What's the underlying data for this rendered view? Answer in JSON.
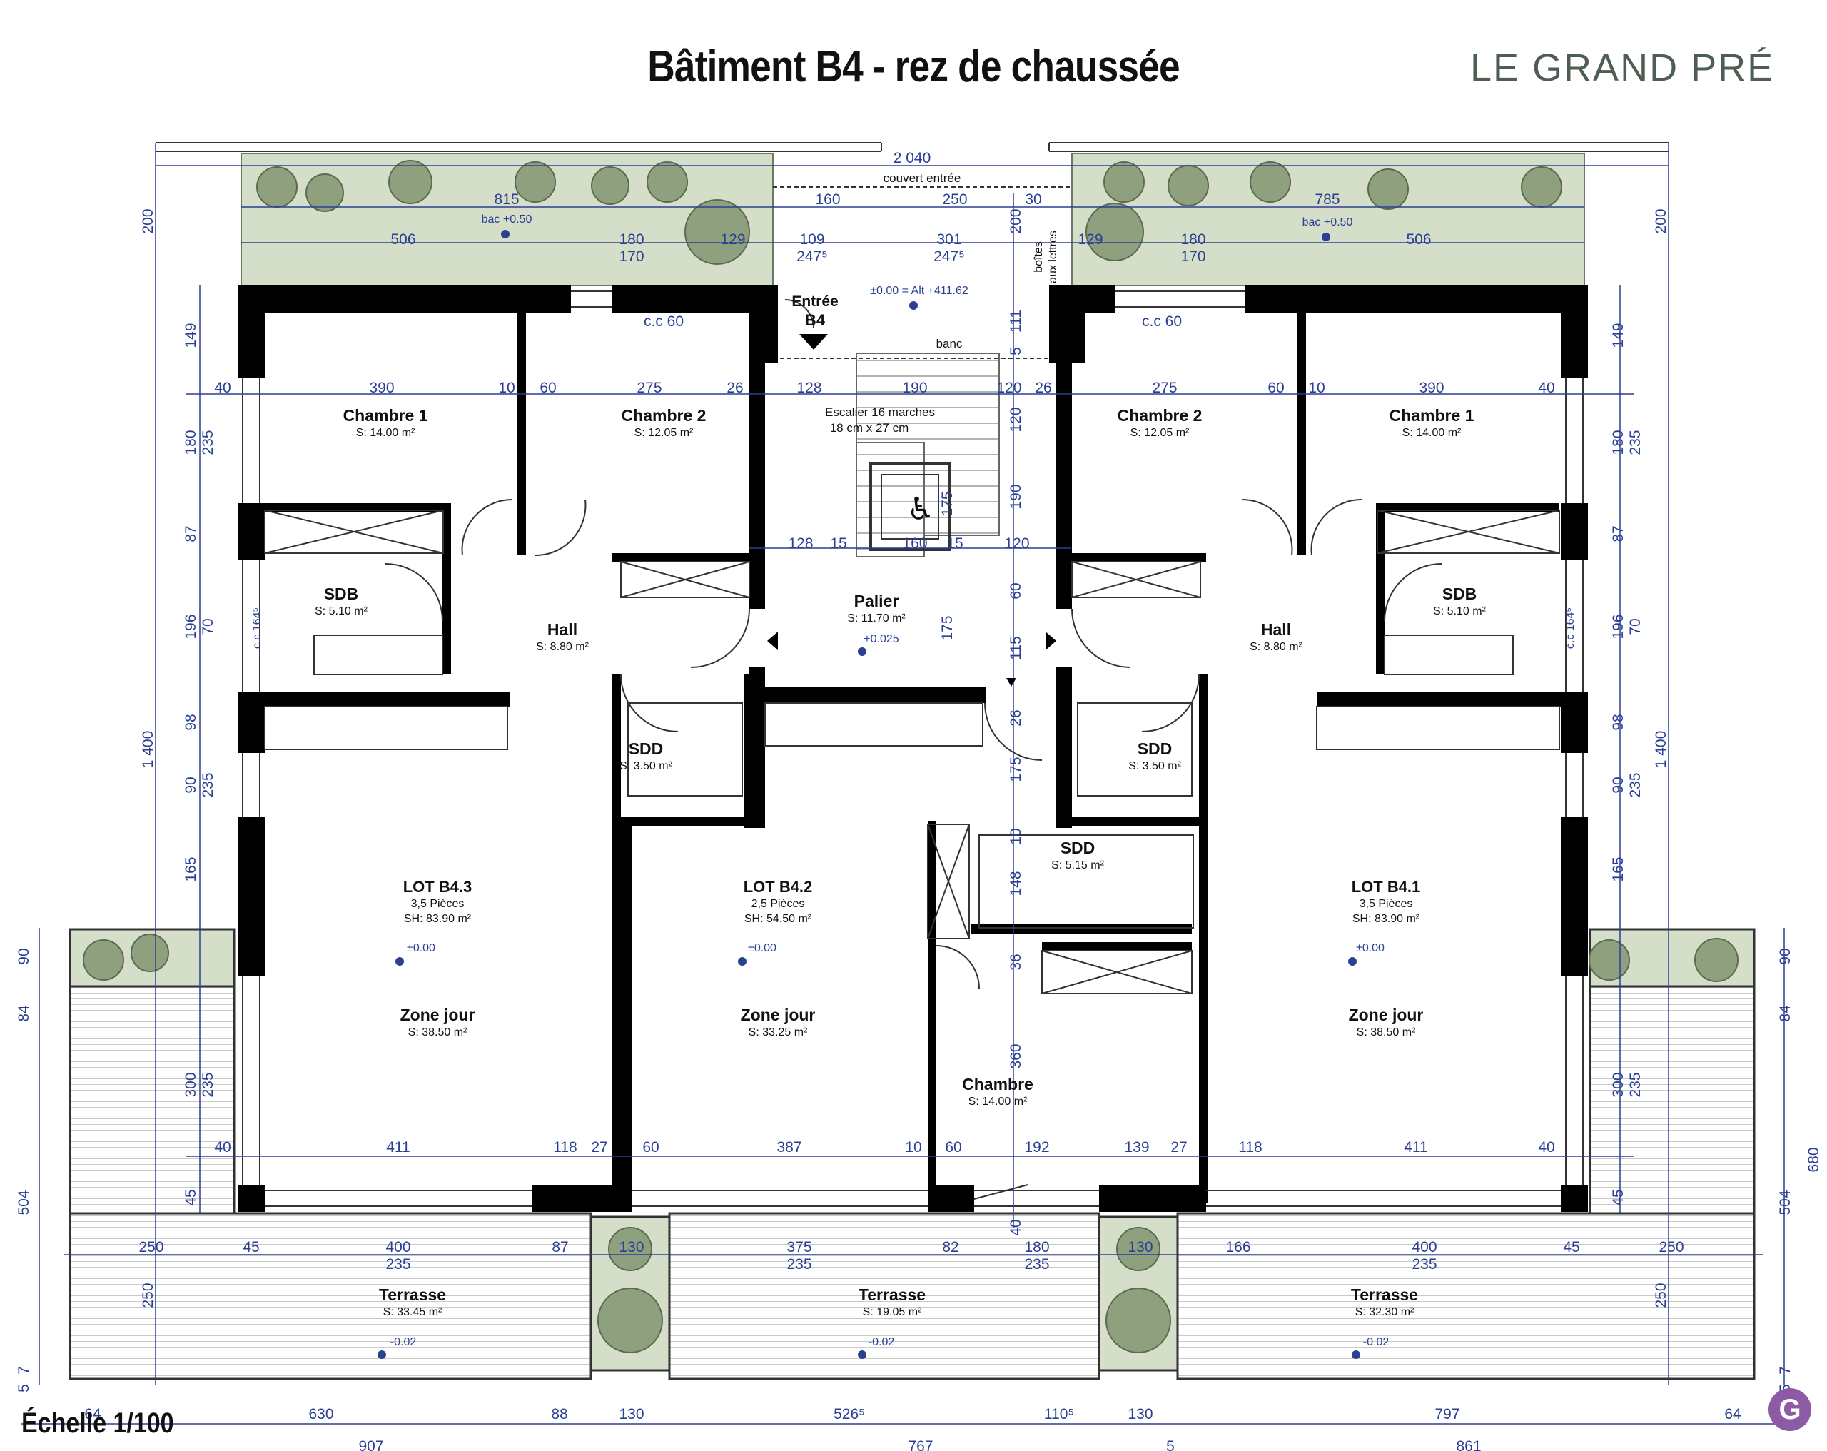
{
  "header": {
    "title": "Bâtiment B4 - rez de chaussée",
    "brand": "LE GRAND PRÉ"
  },
  "footer": {
    "scale": "Échelle 1/100",
    "logo_letter": "G"
  },
  "entrance": {
    "entree_label": "Entrée",
    "building": "B4",
    "altitude": "±0.00 = Alt +411.62",
    "banc": "banc",
    "couvert": "couvert entrée",
    "boites": "boîtes",
    "aux_lettres": "aux lettres",
    "stair_line1": "Escalier 16 marches",
    "stair_line2": "18 cm x 27 cm"
  },
  "rooms": [
    {
      "name": "Chambre 1",
      "area": "S: 14.00 m²"
    },
    {
      "name": "Chambre 2",
      "area": "S: 12.05 m²"
    },
    {
      "name": "Chambre 2",
      "area": "S: 12.05 m²"
    },
    {
      "name": "Chambre 1",
      "area": "S: 14.00 m²"
    },
    {
      "name": "SDB",
      "area": "S: 5.10 m²"
    },
    {
      "name": "Hall",
      "area": "S: 8.80 m²"
    },
    {
      "name": "Palier",
      "area": "S: 11.70 m²"
    },
    {
      "name": "Hall",
      "area": "S: 8.80 m²"
    },
    {
      "name": "SDB",
      "area": "S: 5.10 m²"
    },
    {
      "name": "SDD",
      "area": "S: 3.50 m²"
    },
    {
      "name": "SDD",
      "area": "S: 3.50 m²"
    },
    {
      "name": "SDD",
      "area": "S: 5.15 m²"
    },
    {
      "name": "Zone jour",
      "area": "S: 38.50 m²"
    },
    {
      "name": "Zone jour",
      "area": "S: 33.25 m²"
    },
    {
      "name": "Zone jour",
      "area": "S: 38.50 m²"
    },
    {
      "name": "Chambre",
      "area": "S: 14.00 m²"
    },
    {
      "name": "Terrasse",
      "area": "S: 33.45 m²"
    },
    {
      "name": "Terrasse",
      "area": "S: 19.05 m²"
    },
    {
      "name": "Terrasse",
      "area": "S: 32.30 m²"
    }
  ],
  "lots": [
    {
      "name": "LOT B4.3",
      "pieces": "3,5 Pièces",
      "sh": "SH: 83.90 m²",
      "level": "±0.00"
    },
    {
      "name": "LOT B4.2",
      "pieces": "2,5 Pièces",
      "sh": "SH: 54.50 m²",
      "level": "±0.00"
    },
    {
      "name": "LOT B4.1",
      "pieces": "3,5 Pièces",
      "sh": "SH: 83.90 m²",
      "level": "±0.00"
    }
  ],
  "levels": {
    "bac_left": "bac +0.50",
    "bac_right": "bac +0.50",
    "palier": "+0.025",
    "terrasse_1": "-0.02",
    "terrasse_2": "-0.02",
    "terrasse_3": "-0.02",
    "cc60_left": "c.c 60",
    "cc60_right": "c.c 60",
    "cc1645_left": "c.c 164⁵",
    "cc1645_right": "c.c 164⁵"
  },
  "dims": {
    "top": [
      "2 040",
      "815",
      "785",
      "160",
      "250",
      "30",
      "506",
      "180",
      "170",
      "129",
      "109",
      "247⁵",
      "301",
      "247⁵",
      "129",
      "180",
      "170",
      "506"
    ],
    "row_beds": [
      "40",
      "390",
      "10",
      "60",
      "275",
      "26",
      "128",
      "190",
      "120",
      "26",
      "275",
      "60",
      "10",
      "390",
      "40"
    ],
    "row_palier": [
      "128",
      "15",
      "160",
      "15",
      "120"
    ],
    "row_living": [
      "40",
      "411",
      "118",
      "27",
      "60",
      "387",
      "10",
      "60",
      "192",
      "139",
      "27",
      "118",
      "411",
      "40"
    ],
    "row_terrace": [
      "250",
      "45",
      "400",
      "235",
      "87",
      "130",
      "375",
      "235",
      "82",
      "180",
      "235",
      "130",
      "166",
      "400",
      "235",
      "45",
      "250"
    ],
    "bottom": [
      "64",
      "630",
      "88",
      "130",
      "526⁵",
      "110⁵",
      "130",
      "797",
      "64"
    ],
    "bottom2": [
      "907",
      "767",
      "5",
      "861"
    ],
    "left": [
      "200",
      "149",
      "180",
      "235",
      "87",
      "196",
      "70",
      "98",
      "90",
      "235",
      "165",
      "1 400",
      "300",
      "235",
      "45",
      "250",
      "90",
      "84",
      "504",
      "5",
      "7"
    ],
    "right": [
      "200",
      "149",
      "180",
      "235",
      "87",
      "196",
      "70",
      "98",
      "90",
      "235",
      "165",
      "1 400",
      "300",
      "235",
      "45",
      "250",
      "90",
      "84",
      "504",
      "680",
      "5",
      "7"
    ],
    "center_v": [
      "200",
      "111",
      "5",
      "120",
      "190",
      "175",
      "60",
      "175",
      "115",
      "26",
      "175",
      "10",
      "148",
      "36",
      "360",
      "40"
    ]
  }
}
